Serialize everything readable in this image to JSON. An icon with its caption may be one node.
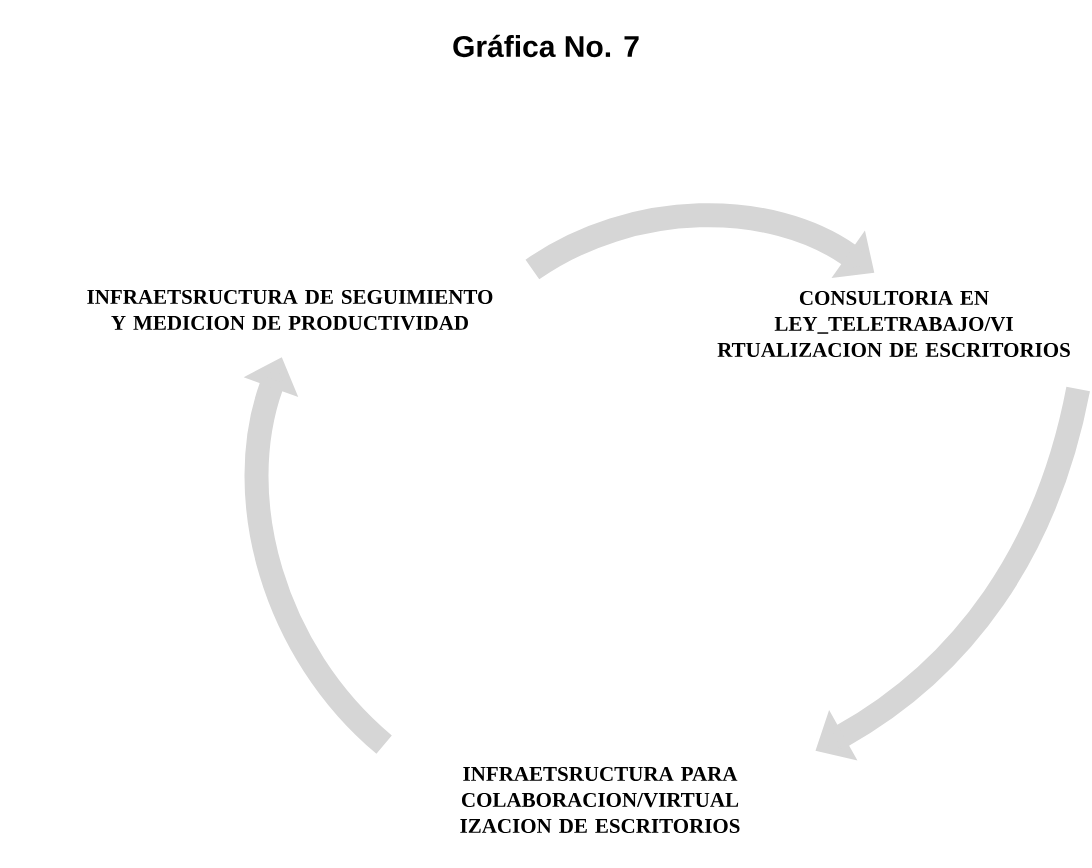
{
  "diagram": {
    "title": "Gráfica No. 7",
    "nodes": [
      {
        "text": [
          "INFRAETSRUCTURA DE SEGUIMIENTO Y MEDICION DE PRODUCTIVIDAD"
        ]
      },
      {
        "text": [
          "CONSULTORIA EN LEY_TELETRABAJO/VI RTUALIZACION DE ESCRITORIOS"
        ]
      },
      {
        "text": [
          "INFRAETSRUCTURA PARA COLABORACION/VIRTUAL IZACION DE ESCRITORIOS"
        ]
      }
    ],
    "edges": [
      {
        "from": 0,
        "to": 1,
        "arrow": "to"
      },
      {
        "from": 1,
        "to": 2,
        "arrow": "to"
      },
      {
        "from": 2,
        "to": 0,
        "arrow": "to"
      }
    ]
  }
}
